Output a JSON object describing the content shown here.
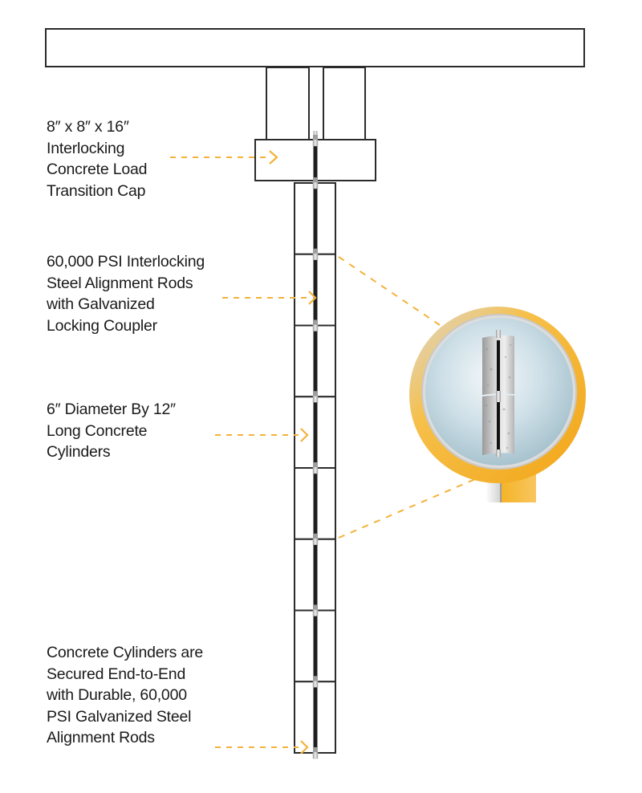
{
  "title": "Concrete cylinder pier assembly",
  "colors": {
    "outline": "#2b2b2b",
    "rod": "#1e1e1e",
    "arrow": "#f3b23a",
    "accent_ring": "#f5b324",
    "coupler": "#cfcfcf"
  },
  "labels": {
    "cap": {
      "lines": [
        "8″ x 8″ x 16″",
        "Interlocking",
        "Concrete Load",
        "Transition Cap"
      ],
      "target": "load-transition-cap"
    },
    "rods": {
      "lines": [
        "60,000 PSI Interlocking",
        "Steel Alignment Rods",
        "with Galvanized",
        "Locking Coupler"
      ],
      "target": "alignment-rod"
    },
    "cylinders": {
      "lines": [
        "6″ Diameter By 12″",
        "Long Concrete",
        "Cylinders"
      ],
      "target": "concrete-cylinder"
    },
    "secured": {
      "lines": [
        "Concrete Cylinders are",
        "Secured End-to-End",
        "with Durable, 60,000",
        "PSI Galvanized Steel",
        "Alignment Rods"
      ],
      "target": "bottom-coupler"
    }
  },
  "column": {
    "cylinder_count": 8,
    "coupler_count": 9
  },
  "icons": {
    "arrow": "chevron-right-icon",
    "detail": "magnifier-detail-icon"
  }
}
